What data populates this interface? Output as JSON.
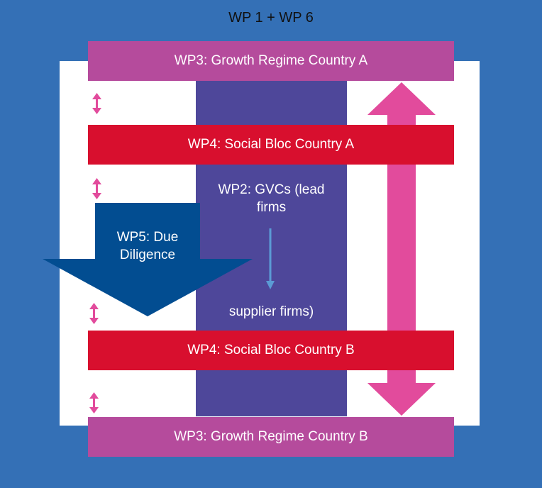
{
  "diagram": {
    "title": "WP 1 + WP 6",
    "bands": {
      "growth_a": "WP3: Growth Regime Country A",
      "social_a": "WP4: Social Bloc Country A",
      "social_b": "WP4: Social Bloc Country B",
      "growth_b": "WP3: Growth Regime Country B"
    },
    "gvc": {
      "line1": "WP2: GVCs (lead",
      "line2": "firms",
      "bottom": "supplier firms)"
    },
    "due_diligence": {
      "line1": "WP5: Due",
      "line2": "Diligence"
    },
    "colors": {
      "background": "#3470b6",
      "panel": "#ffffff",
      "gvc_column": "#4e479a",
      "growth_band": "#b54b9c",
      "social_band": "#d80f2e",
      "big_arrow": "#e24b9c",
      "due_diligence_arrow": "#024d91",
      "small_arrows": "#e24b9c",
      "flow_arrow": "#5b9bd5"
    }
  }
}
